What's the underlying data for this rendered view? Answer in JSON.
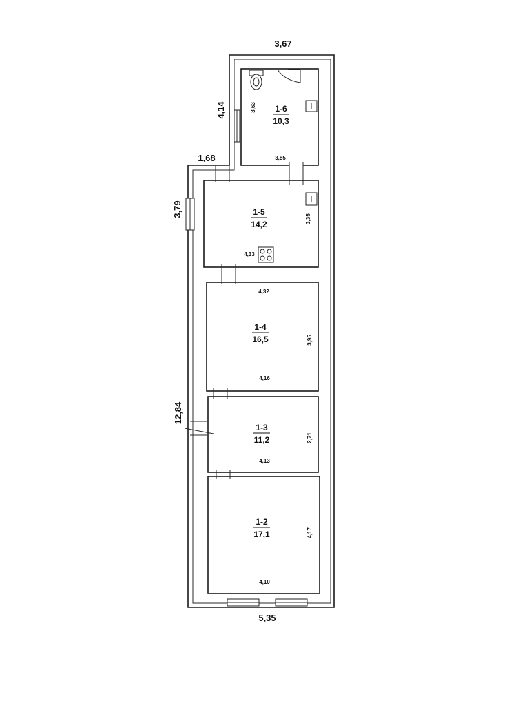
{
  "outer_dimensions": {
    "top_width": "3,67",
    "upper_left_height": "4,14",
    "step_width": "1,68",
    "middle_left_height": "3,79",
    "lower_left_height": "12,84",
    "bottom_width": "5,35"
  },
  "rooms": [
    {
      "id": "1-6",
      "area": "10,3",
      "dim_top": "",
      "dim_side": "3,63",
      "dim_bottom": "3,85"
    },
    {
      "id": "1-5",
      "area": "14,2",
      "dim_side": "3,35",
      "dim_bottom": "4,33"
    },
    {
      "id": "1-4",
      "area": "16,5",
      "dim_top": "4,32",
      "dim_side": "3,95",
      "dim_bottom": "4,16"
    },
    {
      "id": "1-3",
      "area": "11,2",
      "dim_side": "2,71",
      "dim_bottom": "4,13"
    },
    {
      "id": "1-2",
      "area": "17,1",
      "dim_side": "4,17",
      "dim_bottom": "4,10"
    }
  ],
  "icons": [
    "toilet-icon",
    "sink-icon",
    "stove-icon",
    "door-icon",
    "window-icon"
  ]
}
